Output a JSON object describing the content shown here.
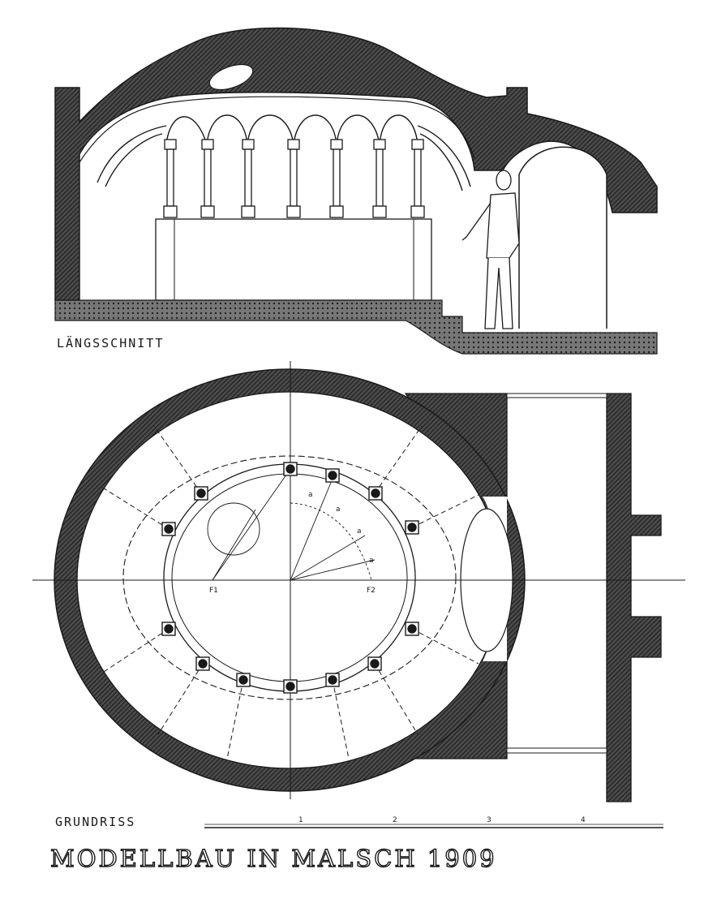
{
  "drawing": {
    "section_label": "LÄNGSSCHNITT",
    "plan_label": "GRUNDRISS",
    "title": "MODELLBAU IN MALSCH 1909",
    "scale_ticks": [
      "1",
      "2",
      "3",
      "4"
    ],
    "plan_annotations": {
      "focus_left": "F1",
      "focus_right": "F2",
      "arc_mark": "a"
    }
  },
  "colors": {
    "ink": "#1a1a1a",
    "paper": "#ffffff",
    "wall_fill": "#3a3a3a"
  }
}
